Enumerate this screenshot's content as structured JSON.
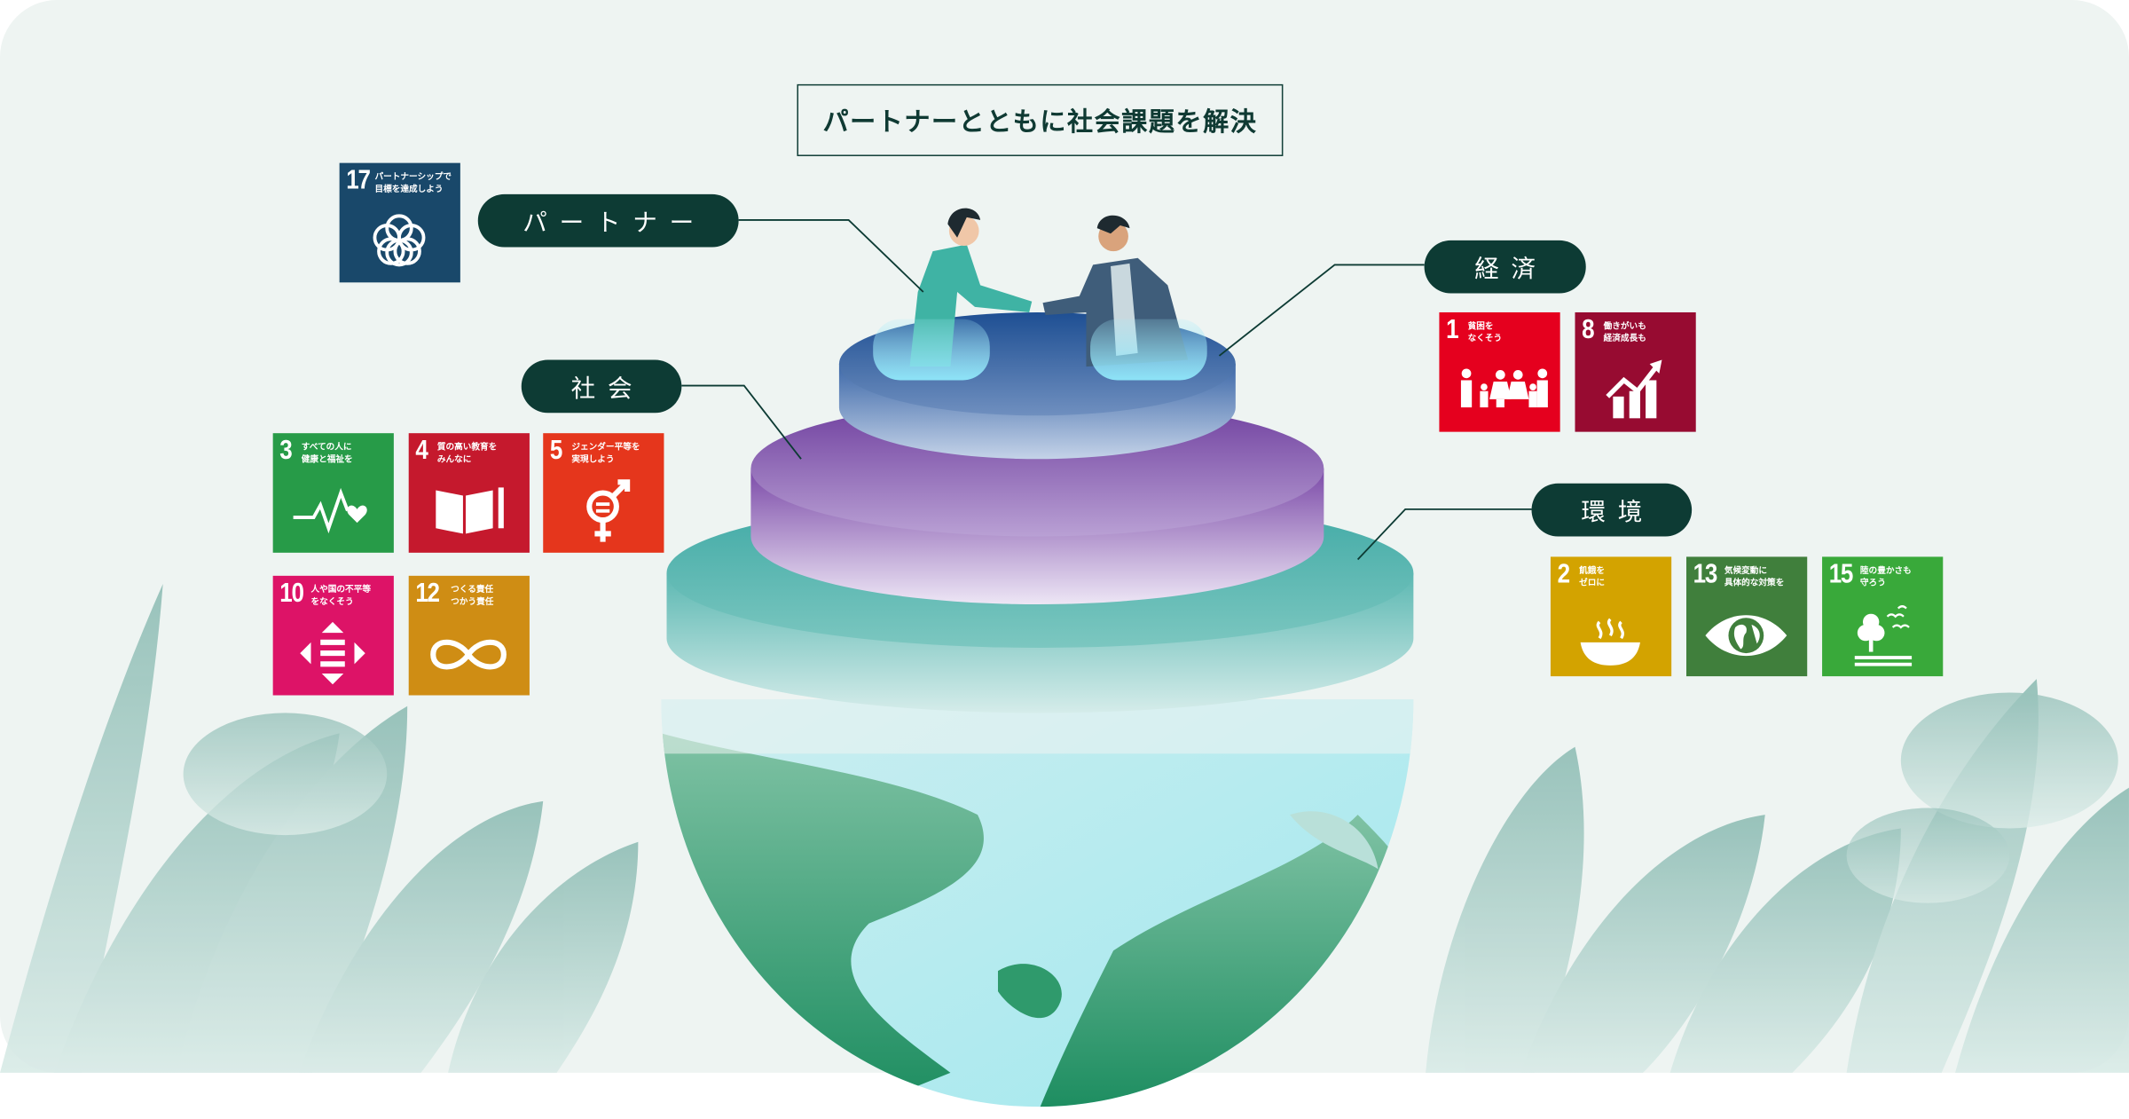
{
  "title": "パートナーとともに社会課題を解決",
  "categories": {
    "partner": "パートナー",
    "society": "社会",
    "economy": "経済",
    "environment": "環境"
  },
  "sdgs": {
    "g17": {
      "num": "17",
      "text": "パートナーシップで\n目標を達成しよう",
      "color": "#19486a",
      "icon": "flower-rings-icon"
    },
    "g3": {
      "num": "3",
      "text": "すべての人に\n健康と福祉を",
      "color": "#279b48",
      "icon": "heartbeat-icon"
    },
    "g4": {
      "num": "4",
      "text": "質の高い教育を\nみんなに",
      "color": "#c5192d",
      "icon": "book-pencil-icon"
    },
    "g5": {
      "num": "5",
      "text": "ジェンダー平等を\n実現しよう",
      "color": "#e5361c",
      "icon": "gender-equality-icon"
    },
    "g10": {
      "num": "10",
      "text": "人や国の不平等\nをなくそう",
      "color": "#dd1367",
      "icon": "arrows-equal-icon"
    },
    "g12": {
      "num": "12",
      "text": "つくる責任\nつかう責任",
      "color": "#cf8d14",
      "icon": "infinity-icon"
    },
    "g1": {
      "num": "1",
      "text": "貧困を\nなくそう",
      "color": "#e5001e",
      "icon": "family-icon"
    },
    "g8": {
      "num": "8",
      "text": "働きがいも\n経済成長も",
      "color": "#970b31",
      "icon": "growth-chart-icon"
    },
    "g2": {
      "num": "2",
      "text": "飢餓を\nゼロに",
      "color": "#d3a300",
      "icon": "bowl-icon"
    },
    "g13": {
      "num": "13",
      "text": "気候変動に\n具体的な対策を",
      "color": "#407f3c",
      "icon": "earth-eye-icon"
    },
    "g15": {
      "num": "15",
      "text": "陸の豊かさも\n守ろう",
      "color": "#39a93a",
      "icon": "tree-birds-icon"
    }
  }
}
